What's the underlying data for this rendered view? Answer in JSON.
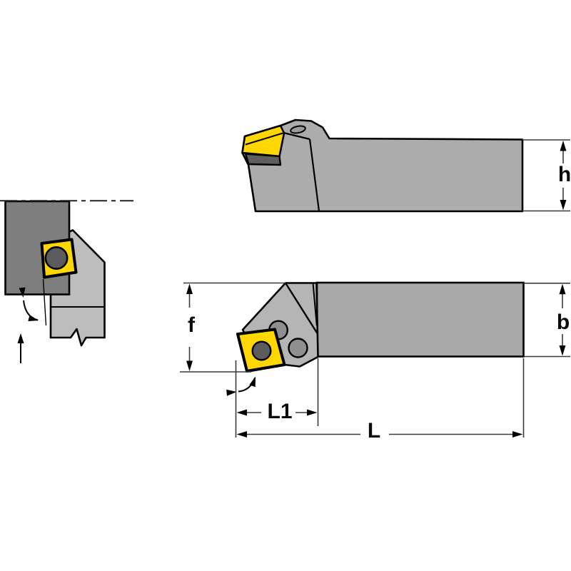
{
  "figure": {
    "labels": {
      "shank_height": "h",
      "shank_width": "b",
      "tip_offset": "f",
      "head_length": "L1",
      "total_length": "L"
    },
    "colors": {
      "insert": "#FFD700",
      "insert_hole": "#5c5c5c",
      "holder_side": "#ACACAC",
      "holder_front": "#BDBDBD",
      "head": "#B5B5B5",
      "shank": "#A9A9A9",
      "workpiece": "#7E7E7E",
      "shim": "#5E5E5E",
      "pin": "#8F8F8F",
      "screw_hole": "#9B9B9B",
      "outline": "#000000",
      "dimension_line": "#3a3a3a"
    }
  }
}
